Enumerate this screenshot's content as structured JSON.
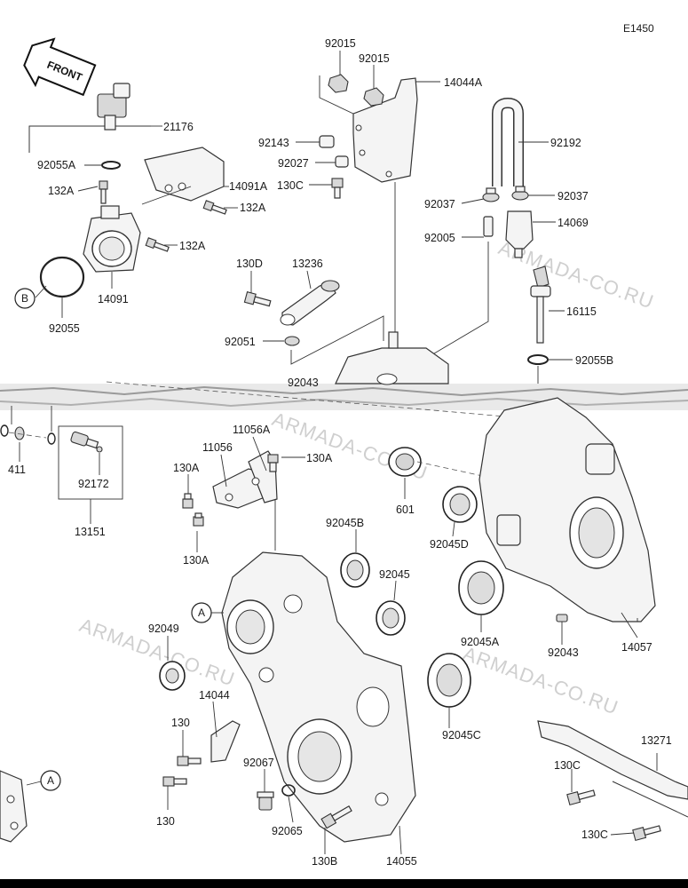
{
  "diagram_code": "E1450",
  "front_label": "FRONT",
  "watermark": "ARMADA-CO.RU",
  "callouts": {
    "a1": "A",
    "a2": "A",
    "b1": "B"
  },
  "labels": [
    {
      "id": "p21176",
      "text": "21176"
    },
    {
      "id": "p92055A",
      "text": "92055A"
    },
    {
      "id": "p14091A",
      "text": "14091A"
    },
    {
      "id": "p132A_1",
      "text": "132A"
    },
    {
      "id": "p132A_2",
      "text": "132A"
    },
    {
      "id": "p132A_3",
      "text": "132A"
    },
    {
      "id": "p14091",
      "text": "14091"
    },
    {
      "id": "p92055",
      "text": "92055"
    },
    {
      "id": "p92015_1",
      "text": "92015"
    },
    {
      "id": "p92015_2",
      "text": "92015"
    },
    {
      "id": "p14044A",
      "text": "14044A"
    },
    {
      "id": "p92143",
      "text": "92143"
    },
    {
      "id": "p92027",
      "text": "92027"
    },
    {
      "id": "p130C_top",
      "text": "130C"
    },
    {
      "id": "p130D",
      "text": "130D"
    },
    {
      "id": "p13236",
      "text": "13236"
    },
    {
      "id": "p92051",
      "text": "92051"
    },
    {
      "id": "p92043_top",
      "text": "92043"
    },
    {
      "id": "p92192",
      "text": "92192"
    },
    {
      "id": "p92037_l",
      "text": "92037"
    },
    {
      "id": "p92037_r",
      "text": "92037"
    },
    {
      "id": "p14069",
      "text": "14069"
    },
    {
      "id": "p92005",
      "text": "92005"
    },
    {
      "id": "p16115",
      "text": "16115"
    },
    {
      "id": "p92055B",
      "text": "92055B"
    },
    {
      "id": "p411",
      "text": "411"
    },
    {
      "id": "p92172",
      "text": "92172"
    },
    {
      "id": "p13151",
      "text": "13151"
    },
    {
      "id": "p11056A",
      "text": "11056A"
    },
    {
      "id": "p11056",
      "text": "11056"
    },
    {
      "id": "p130A_top",
      "text": "130A"
    },
    {
      "id": "p130A_l",
      "text": "130A"
    },
    {
      "id": "p130A_b",
      "text": "130A"
    },
    {
      "id": "p601",
      "text": "601"
    },
    {
      "id": "p92045B",
      "text": "92045B"
    },
    {
      "id": "p92045",
      "text": "92045"
    },
    {
      "id": "p92045D",
      "text": "92045D"
    },
    {
      "id": "p92045A",
      "text": "92045A"
    },
    {
      "id": "p92049",
      "text": "92049"
    },
    {
      "id": "p14044",
      "text": "14044"
    },
    {
      "id": "p92043_r",
      "text": "92043"
    },
    {
      "id": "p14057",
      "text": "14057"
    },
    {
      "id": "p92045C",
      "text": "92045C"
    },
    {
      "id": "p130_1",
      "text": "130"
    },
    {
      "id": "p130_2",
      "text": "130"
    },
    {
      "id": "p92067",
      "text": "92067"
    },
    {
      "id": "p92065",
      "text": "92065"
    },
    {
      "id": "p130B",
      "text": "130B"
    },
    {
      "id": "p14055",
      "text": "14055"
    },
    {
      "id": "p13271",
      "text": "13271"
    },
    {
      "id": "p130C_r1",
      "text": "130C"
    },
    {
      "id": "p130C_r2",
      "text": "130C"
    }
  ]
}
